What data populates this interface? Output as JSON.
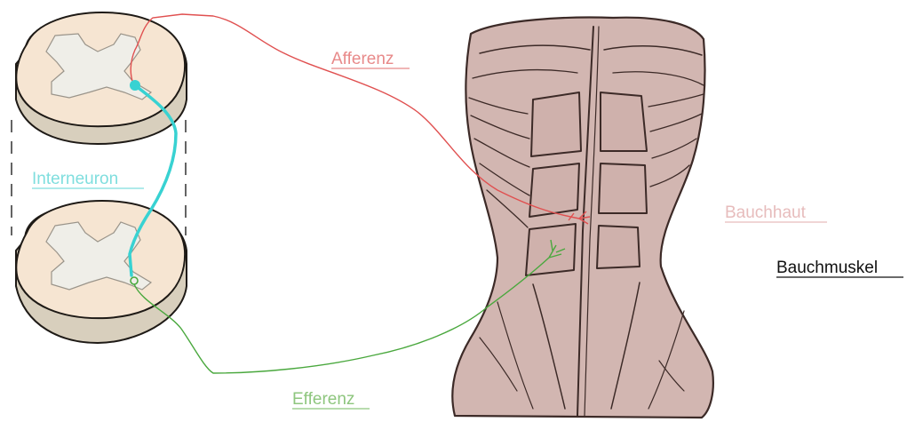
{
  "labels": {
    "afferenz": "Afferenz",
    "efferenz": "Efferenz",
    "interneuron": "Interneuron",
    "bauchhaut": "Bauchhaut",
    "bauchmuskel": "Bauchmuskel"
  },
  "colors": {
    "afferenz": "#e88a8a",
    "efferenz": "#8ec67e",
    "interneuron": "#7fdede",
    "bauchhaut": "#e7bcbc",
    "bauchmuskel": "#111111",
    "neuron_cyan": "#38d2d2",
    "afferent_line": "#e05050",
    "efferent_line": "#4aa83e",
    "cord_fill": "#f6e5d2",
    "cord_side": "#d8cfbd",
    "grey_matter": "#efeee8",
    "torso_fill": "#d2b6b1",
    "torso_stroke": "#3c2a27"
  }
}
